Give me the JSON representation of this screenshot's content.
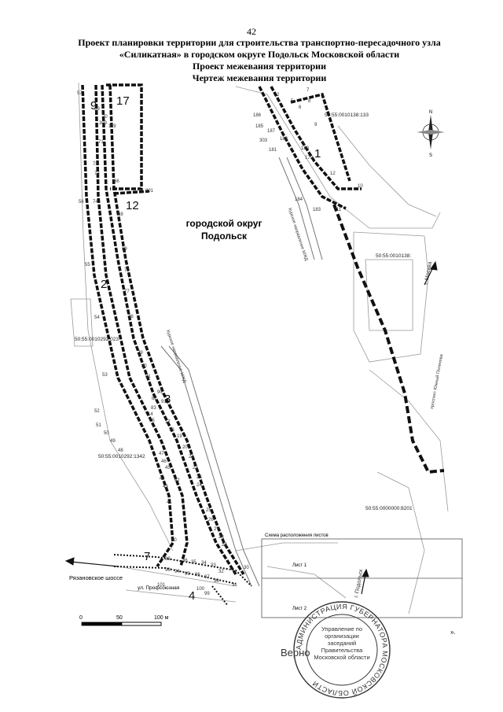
{
  "page_number": "42",
  "title": {
    "line1": "Проект планировки территории для строительства транспортно-пересадочного узла",
    "line2": "«Силикатная» в городском округе Подольск Московской области",
    "line3": "Проект межевания территории",
    "line4": "Чертеж межевания территории"
  },
  "map": {
    "district_line1": "городской округ",
    "district_line2": "Подольск",
    "cadastral_133": "50:55:0010138:133",
    "cadastral_138": "50:55:0010138:",
    "cadastral_023": "50:55:0010292:023",
    "cadastral_1342": "50:55:0010292:1342",
    "cadastral_8201": "50:55:0000000:8201",
    "road_kursk_left": "Курское направление МЖД",
    "road_kursk_right": "Курское направление МЖД",
    "street_yuzhny": "проспект Южный Поленова",
    "street_ryazanovskoe": "Рязановское шоссе",
    "street_profsoyuznaya": "ул. Профсоюзная",
    "dir_moskva": "г. Москва",
    "dir_podolsk": "г. Подольск",
    "scheme_label": "Схема расположения листов",
    "sheet1": "Лист 1",
    "sheet2": "Лист 2",
    "scale_0": "0",
    "scale_50": "50",
    "scale_100": "100 м",
    "zones": [
      "1",
      "2",
      "3",
      "4",
      "7",
      "9",
      "12",
      "17"
    ],
    "compass_n": "N",
    "compass_s": "S"
  },
  "stamp": {
    "outer_text": "АДМИНИСТРАЦИЯ ГУБЕРНАТОРА МОСКОВСКОЙ ОБЛАСТИ",
    "inner_text": "Управление по организации заседаний Правительства Московской области",
    "verno": "Верно"
  }
}
